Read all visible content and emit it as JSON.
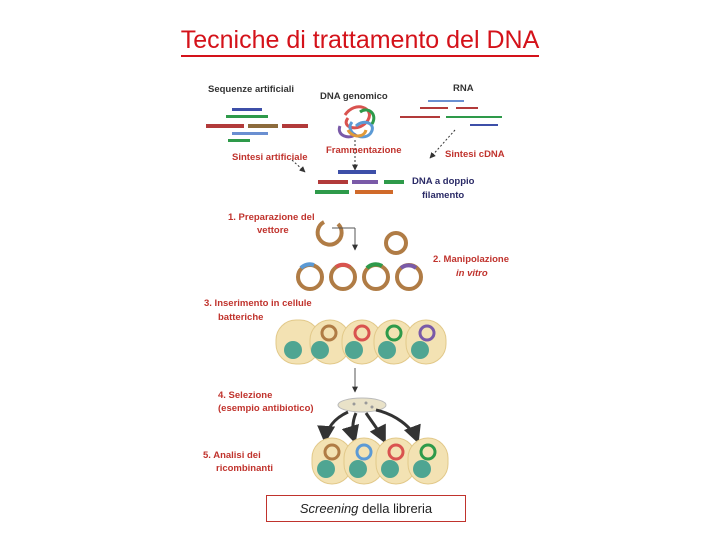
{
  "title": "Tecniche di trattamento del DNA",
  "labels": {
    "sequenze_artificiali": "Sequenze artificiali",
    "dna_genomico": "DNA genomico",
    "rna": "RNA",
    "sintesi_artificiale": "Sintesi artificiale",
    "frammentazione": "Frammentazione",
    "sintesi_cdna": "Sintesi cDNA",
    "dna_doppio_1": "DNA a doppio",
    "dna_doppio_2": "filamento",
    "step1_1": "1. Preparazione  del",
    "step1_2": "vettore",
    "step2_1": "2. Manipolazione",
    "step2_2": "in vitro",
    "step3_1": "3.  Inserimento in cellule",
    "step3_2": "batteriche",
    "step4_1": "4. Selezione",
    "step4_2": "(esempio antibiotico)",
    "step5_1": "5.  Analisi dei",
    "step5_2": "ricombinanti"
  },
  "screening": {
    "italic": "Screening",
    "rest": " della libreria"
  },
  "colors": {
    "title": "#d4121a",
    "plasmid": "#b07c45",
    "cell": "#f3e2b3",
    "dna_blob": "#4fa592",
    "insert_blue": "#5b9ad5",
    "insert_red": "#d9534f",
    "insert_green": "#2e9a4a",
    "insert_purple": "#7a5aa8"
  }
}
